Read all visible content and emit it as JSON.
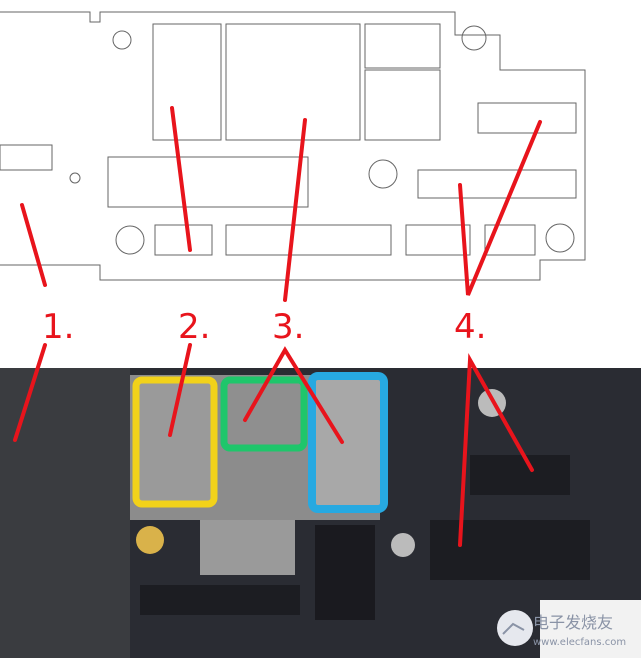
{
  "labels": {
    "one": "1.",
    "two": "2.",
    "three": "3.",
    "four": "4."
  },
  "watermark": {
    "brand": "电子发烧友",
    "url": "www.elecfans.com"
  },
  "colors": {
    "annotation": "#e8141c",
    "box2": "#f2d21a",
    "box3a": "#1fc66b",
    "box3b": "#27a9e1",
    "board": "#2a2c33"
  }
}
